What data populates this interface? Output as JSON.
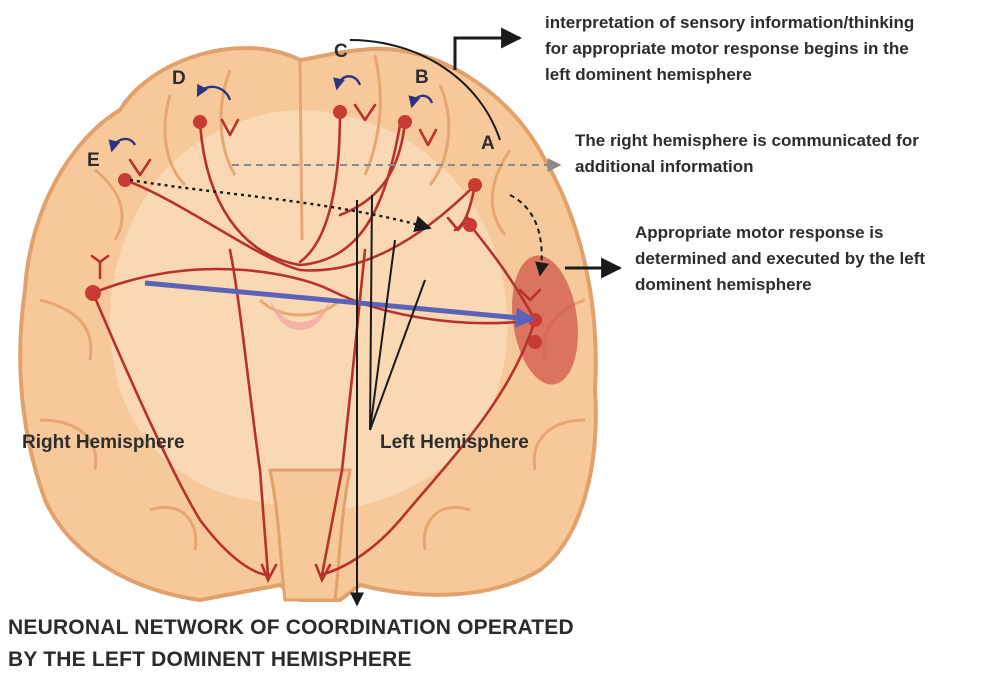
{
  "annotations": {
    "interpretation": [
      "interpretation of sensory information/thinking",
      "for appropriate motor response begins in the",
      "left dominent hemisphere"
    ],
    "right_communicated": [
      "The right hemisphere is communicated for",
      "additional information"
    ],
    "motor_response": [
      "Appropriate motor response is",
      "determined and executed by the left",
      "dominent hemisphere"
    ]
  },
  "hemispheres": {
    "right": "Right Hemisphere",
    "left": "Left Hemisphere"
  },
  "points": {
    "a": "A",
    "b": "B",
    "c": "C",
    "d": "D",
    "e": "E"
  },
  "caption": [
    "NEURONAL NETWORK OF COORDINATION OPERATED",
    "BY THE LEFT DOMINENT HEMISPHERE"
  ],
  "colors": {
    "brain_fill": "#f7c99a",
    "brain_outline": "#e2a06a",
    "white_matter": "#fce3c8",
    "neuron": "#b8322c",
    "neuron_body": "#c93a33",
    "motor_region": "#d0574a",
    "signal_arrow": "#5a63b8",
    "curl_arrow": "#2b3480"
  }
}
